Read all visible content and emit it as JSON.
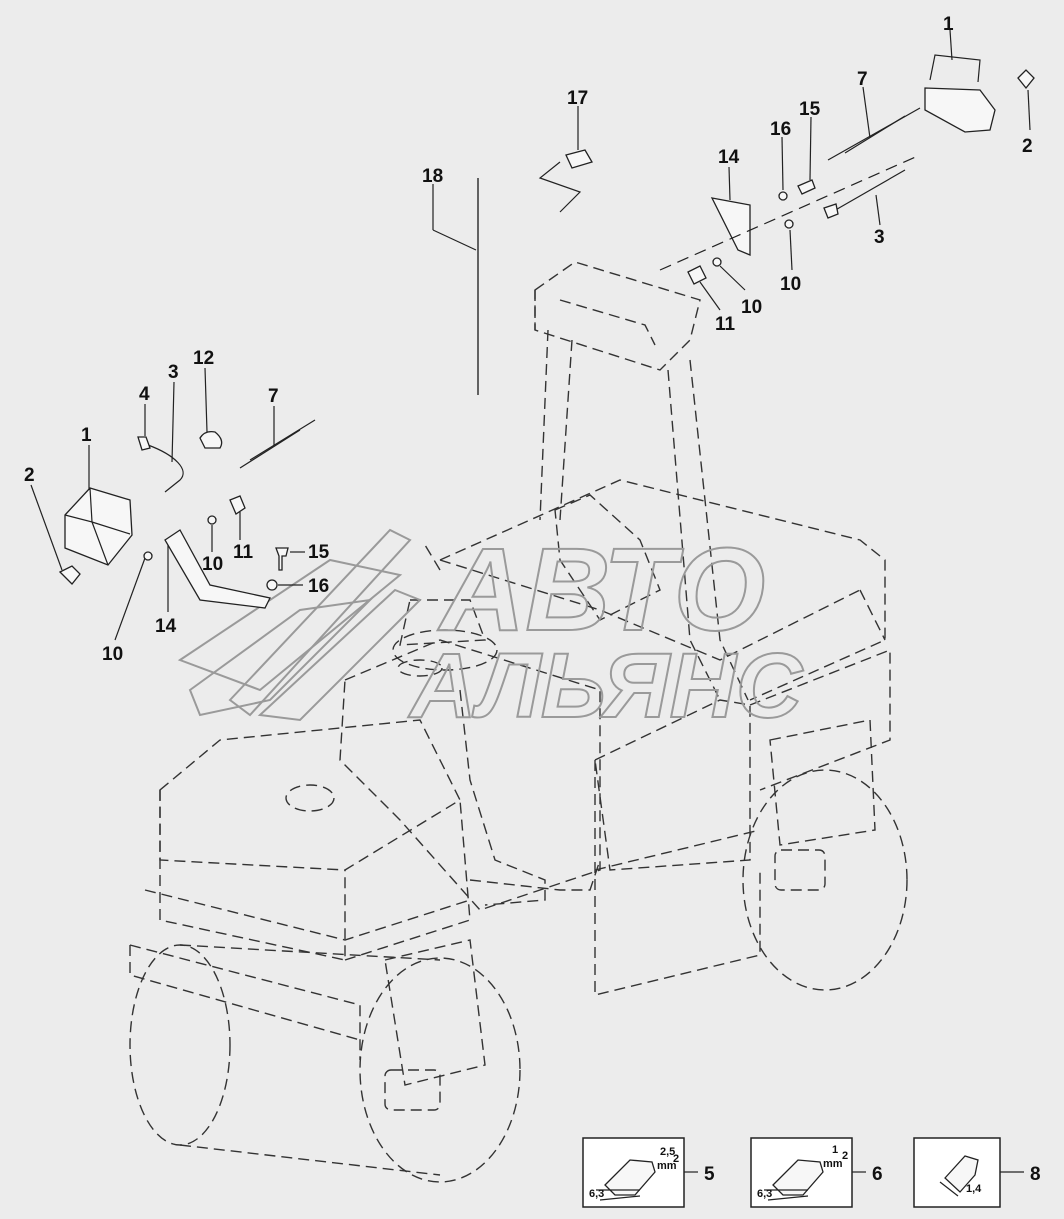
{
  "watermark": {
    "line1": "АВТО",
    "line2": "АЛЬЯНС"
  },
  "callouts": [
    "1",
    "2",
    "3",
    "4",
    "7",
    "12",
    "1",
    "2",
    "10",
    "11",
    "15",
    "16",
    "10",
    "14",
    "17",
    "18",
    "14",
    "16",
    "15",
    "7",
    "1",
    "2",
    "3",
    "10",
    "10",
    "11"
  ],
  "connectors": [
    {
      "item": "5",
      "spec_top": "2,5",
      "unit": "mm",
      "exp": "2",
      "spec_bottom": "6,3"
    },
    {
      "item": "6",
      "spec_top": "1",
      "unit": "mm",
      "exp": "2",
      "spec_bottom": "6,3"
    },
    {
      "item": "8",
      "spec_top": "",
      "unit": "",
      "exp": "",
      "spec_bottom": "1,4"
    }
  ],
  "colors": {
    "background": "#ececec",
    "line": "#222222",
    "watermark": "#9a9a9a"
  }
}
